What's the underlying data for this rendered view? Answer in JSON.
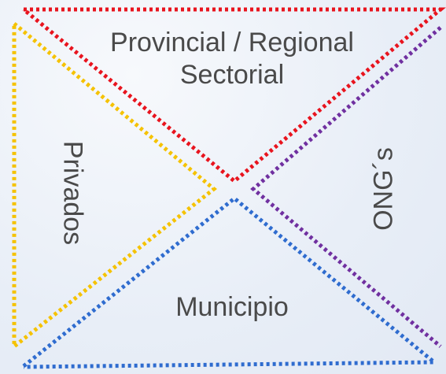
{
  "diagram": {
    "top": {
      "line1": "Provincial / Regional",
      "line2": "Sectorial",
      "color": "#e8141e"
    },
    "left": {
      "label": "Privados",
      "color": "#f5c200"
    },
    "right": {
      "label": "ONG´s",
      "color": "#7030a0"
    },
    "bottom": {
      "label": "Municipio",
      "color": "#2f6ccf"
    }
  }
}
